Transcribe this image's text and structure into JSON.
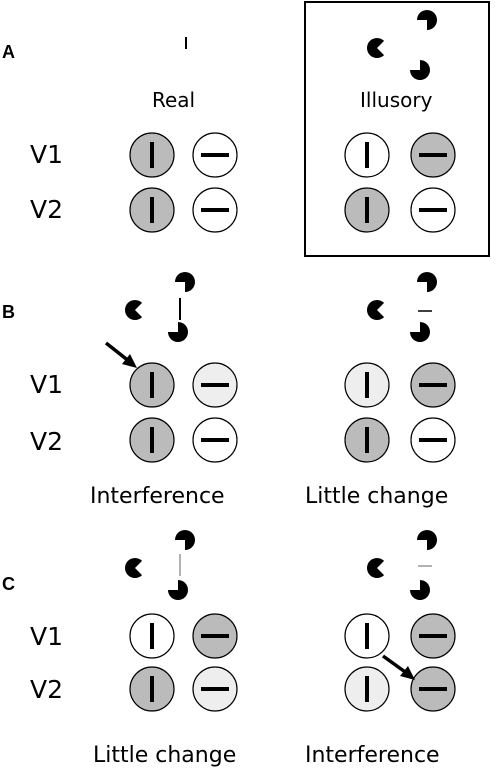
{
  "colors": {
    "gray": "#bbbbbb",
    "light": "#eeeeee",
    "white": "#ffffff",
    "stroke": "#000000",
    "faint_line": "#999999"
  },
  "panels": [
    {
      "label": "A",
      "col_labels": [
        "Real",
        "Illusory"
      ],
      "boxed_column": "illusory",
      "row_labels": [
        "V1",
        "V2"
      ],
      "stimuli": [
        "line-vertical",
        "pacmen"
      ],
      "circles": [
        [
          "gray",
          "white",
          "white",
          "gray"
        ],
        [
          "gray",
          "white",
          "gray",
          "white"
        ]
      ]
    },
    {
      "label": "B",
      "row_labels": [
        "V1",
        "V2"
      ],
      "stimuli": [
        "pacmen-vertical-contour",
        "pacmen-horizontal-line"
      ],
      "captions": [
        "Interference",
        "Little change"
      ],
      "circles": [
        [
          "gray",
          "light",
          "light",
          "gray"
        ],
        [
          "gray",
          "white",
          "gray",
          "white"
        ]
      ],
      "arrow": "points to V1 real vertical"
    },
    {
      "label": "C",
      "row_labels": [
        "V1",
        "V2"
      ],
      "stimuli": [
        "pacmen-faint-vertical",
        "pacmen-faint-horizontal"
      ],
      "captions": [
        "Little change",
        "Interference"
      ],
      "circles": [
        [
          "white",
          "gray",
          "white",
          "gray"
        ],
        [
          "gray",
          "light",
          "light",
          "gray"
        ]
      ],
      "arrow": "points from V1 illusory vertical to V2 illusory horizontal"
    }
  ],
  "icons": [
    "pacman-inducer-icon",
    "arrow-icon"
  ]
}
